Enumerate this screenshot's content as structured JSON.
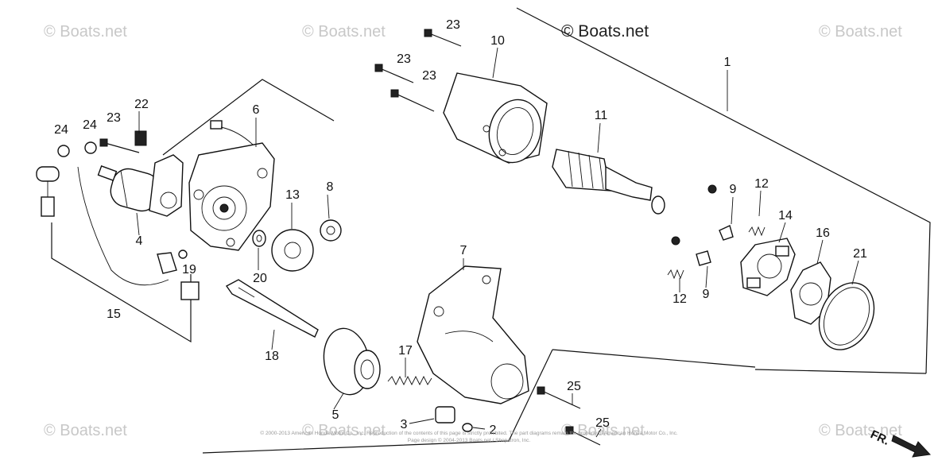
{
  "watermarks": {
    "top_left": "© Boats.net",
    "top_mid": "© Boats.net",
    "top_center_dark": "© Boats.net",
    "top_right": "© Boats.net",
    "bottom_left": "© Boats.net",
    "bottom_mid": "© Boats.net",
    "bottom_center": "© Boats.net",
    "bottom_right": "© Boats.net"
  },
  "copyright_line1": "© 2000-2013 American Honda Motor Co., Inc. Reproduction of the contents of this page is strictly prohibited. The part diagrams remain the property of American Honda Motor Co., Inc.",
  "copyright_line2": "Page design © 2004-2013 Boats.net / Shopatron, Inc.",
  "direction_label": "FR.",
  "callouts": {
    "c1": "1",
    "c2": "2",
    "c3": "3",
    "c4": "4",
    "c5": "5",
    "c6": "6",
    "c7": "7",
    "c8": "8",
    "c9a": "9",
    "c9b": "9",
    "c10": "10",
    "c11": "11",
    "c12a": "12",
    "c12b": "12",
    "c13": "13",
    "c14": "14",
    "c15": "15",
    "c16": "16",
    "c17": "17",
    "c18": "18",
    "c19": "19",
    "c20": "20",
    "c21": "21",
    "c22": "22",
    "c23a": "23",
    "c23b": "23",
    "c23c": "23",
    "c23d": "23",
    "c24a": "24",
    "c24b": "24",
    "c25a": "25",
    "c25b": "25"
  }
}
